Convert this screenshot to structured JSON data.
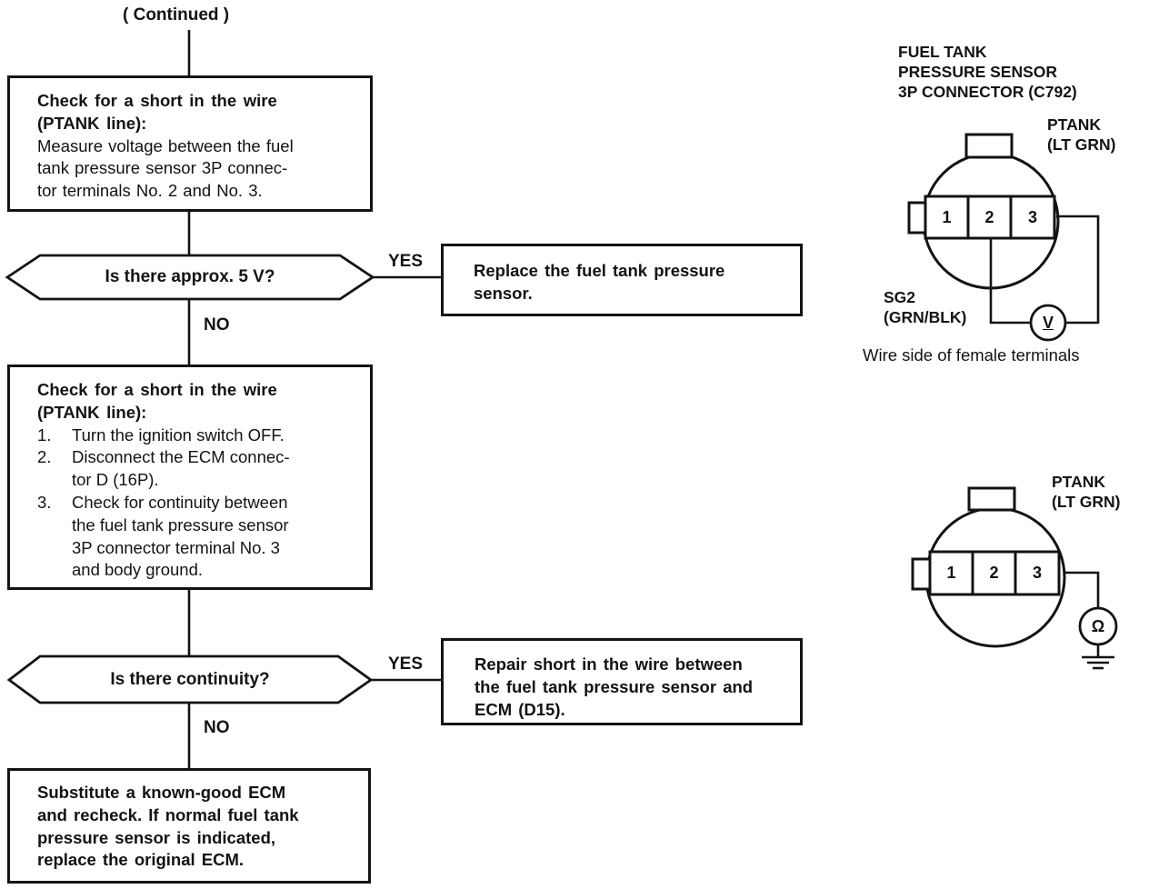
{
  "continued": "( Continued )",
  "flow": {
    "check_voltage": {
      "title": "Check for a short in the wire\n(PTANK line):",
      "body": "Measure voltage between the fuel\ntank pressure sensor 3P connec-\ntor terminals No. 2 and No. 3."
    },
    "decision_voltage": {
      "question": "Is there approx. 5 V?",
      "yes": "YES",
      "no": "NO"
    },
    "replace_sensor": "Replace the fuel tank pressure\nsensor.",
    "check_continuity": {
      "title": "Check for a short in the wire\n(PTANK line):",
      "steps": [
        {
          "num": "1.",
          "text": "Turn the ignition switch OFF."
        },
        {
          "num": "2.",
          "text": "Disconnect the ECM connec-\ntor D (16P)."
        },
        {
          "num": "3.",
          "text": "Check for continuity between\nthe fuel tank pressure sensor\n3P connector terminal No. 3\nand body ground."
        }
      ]
    },
    "decision_continuity": {
      "question": "Is there continuity?",
      "yes": "YES",
      "no": "NO"
    },
    "repair_wire": "Repair short in the wire between\nthe fuel tank pressure sensor and\nECM (D15).",
    "substitute_ecm": "Substitute a known-good ECM\nand recheck. If normal fuel tank\npressure sensor is indicated,\nreplace the original ECM."
  },
  "connector_top": {
    "title": "FUEL TANK\nPRESSURE SENSOR\n3P CONNECTOR (C792)",
    "ptank": "PTANK\n(LT GRN)",
    "sg2": "SG2\n(GRN/BLK)",
    "terminals": [
      "1",
      "2",
      "3"
    ],
    "meter": "V",
    "caption": "Wire side of female terminals"
  },
  "connector_bottom": {
    "ptank": "PTANK\n(LT GRN)",
    "terminals": [
      "1",
      "2",
      "3"
    ],
    "meter": "Ω"
  },
  "colors": {
    "ink": "#131313",
    "paper": "#ffffff"
  }
}
